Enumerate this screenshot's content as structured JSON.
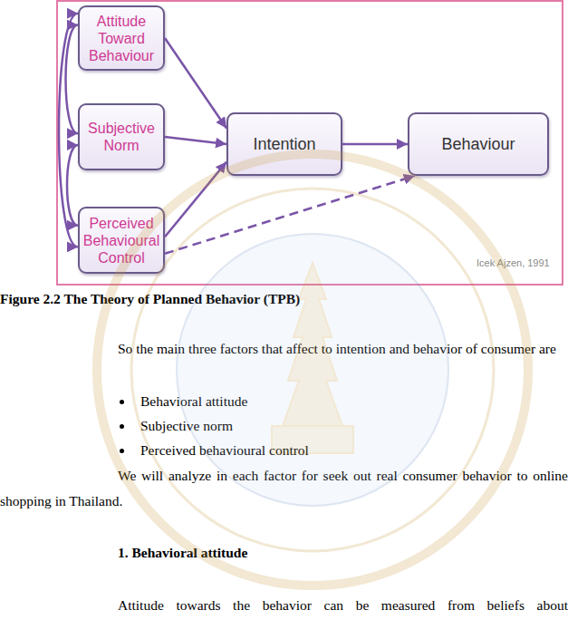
{
  "diagram": {
    "caption": "Figure 2.2 The Theory of Planned Behavior (TPB)",
    "nodes": [
      {
        "text": [
          "Attitude Toward Behaviour"
        ]
      },
      {
        "text": [
          "Subjective Norm"
        ]
      },
      {
        "text": [
          "Perceived Behavioural Control"
        ]
      },
      {
        "text": [
          "Intention"
        ]
      },
      {
        "text": [
          "Behaviour"
        ]
      }
    ],
    "edges": [
      {
        "from": 0,
        "to": 1,
        "arrow": "both"
      },
      {
        "from": 0,
        "to": 2,
        "arrow": "both"
      },
      {
        "from": 1,
        "to": 2,
        "arrow": "both"
      },
      {
        "from": 0,
        "to": 3,
        "arrow": "to"
      },
      {
        "from": 1,
        "to": 3,
        "arrow": "to"
      },
      {
        "from": 2,
        "to": 3,
        "arrow": "to"
      },
      {
        "from": 3,
        "to": 4,
        "arrow": "to"
      },
      {
        "from": 2,
        "to": 4,
        "arrow": "to"
      }
    ],
    "labels": [
      "Icek Ajzen, 1991",
      "So the main three factors that affect to intention and behavior of consumer are",
      "Behavioral attitude",
      "Subjective norm",
      "Perceived behavioural control",
      "We will analyze in each factor for seek out real consumer behavior to online shopping in Thailand.",
      "1. Behavioral attitude",
      "Attitude towards the behavior can be measured from beliefs about"
    ]
  }
}
